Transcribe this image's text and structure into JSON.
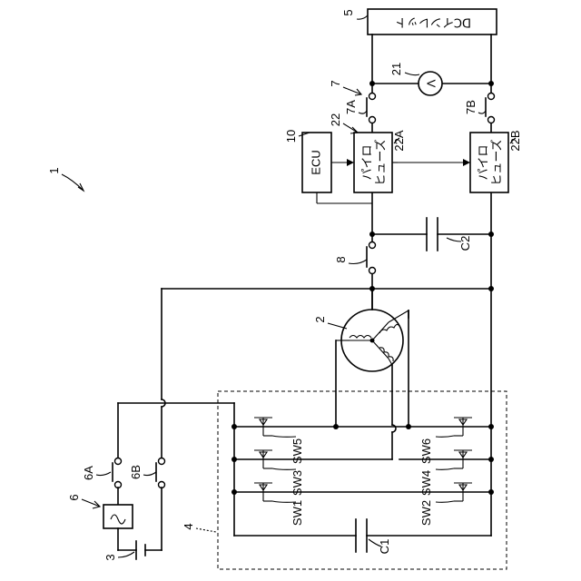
{
  "diagram": {
    "labels": {
      "system_ref": "1",
      "motor_ref": "2",
      "battery_ref": "3",
      "inverter_ref": "4",
      "dc_inlet_ref": "5",
      "aux_unit_ref": "6",
      "aux_switch_a": "6A",
      "aux_switch_b": "6B",
      "relay_ref": "7",
      "relay_a": "7A",
      "relay_b": "7B",
      "relay8_ref": "8",
      "ecu_ref": "10",
      "voltmeter_ref": "21",
      "pyrofuse_ref": "22",
      "pyrofuse_a": "22A",
      "pyrofuse_b": "22B",
      "c1": "C1",
      "c2": "C2"
    },
    "dc_inlet_text": "DCインレット",
    "ecu_text": "ECU",
    "pyrofuse_line1": "パイロ",
    "pyrofuse_line2": "ヒューズ",
    "voltmeter_symbol": "V",
    "switches": [
      "SW1",
      "SW2",
      "SW3",
      "SW4",
      "SW5",
      "SW6"
    ]
  }
}
